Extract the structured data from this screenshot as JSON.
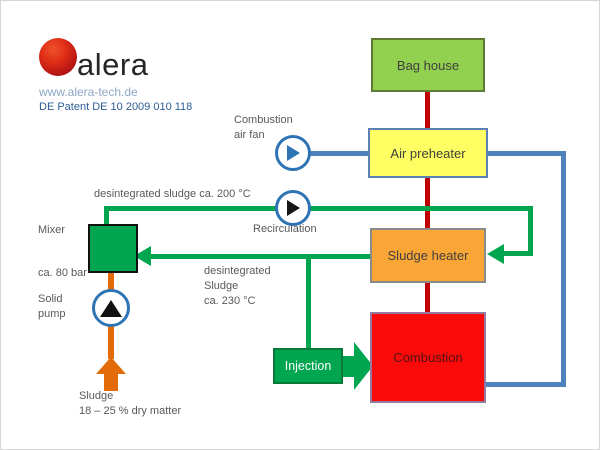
{
  "logo": {
    "brand": "alera",
    "website": "www.alera-tech.de",
    "patent": "DE Patent DE 10 2009 010 118"
  },
  "boxes": {
    "bag_house": "Bag house",
    "air_preheater": "Air preheater",
    "sludge_heater": "Sludge heater",
    "combustion": "Combustion",
    "injection": "Injection"
  },
  "labels": {
    "combustion_air_fan": "Combustion\nair fan",
    "recirculation": "Recirculation",
    "sludge_200": "desintegrated sludge ca. 200 °C",
    "mixer": "Mixer",
    "pressure": "ca. 80 bar",
    "solid_pump": "Solid\npump",
    "sludge_230": "desintegrated\nSludge\nca. 230 °C",
    "sludge_feed": "Sludge\n18 – 25 % dry matter"
  },
  "colors": {
    "flue_gas_line": "#C00000",
    "air_line": "#4F81BD",
    "sludge_line": "#00A550",
    "feed_line": "#E36C09",
    "bag_house_fill": "#92D050",
    "air_preheater_fill": "#FFFF63",
    "sludge_heater_fill": "#F9A637",
    "combustion_fill": "#FB0A0A",
    "injection_fill": "#00A550",
    "mixer_fill": "#00A550"
  }
}
